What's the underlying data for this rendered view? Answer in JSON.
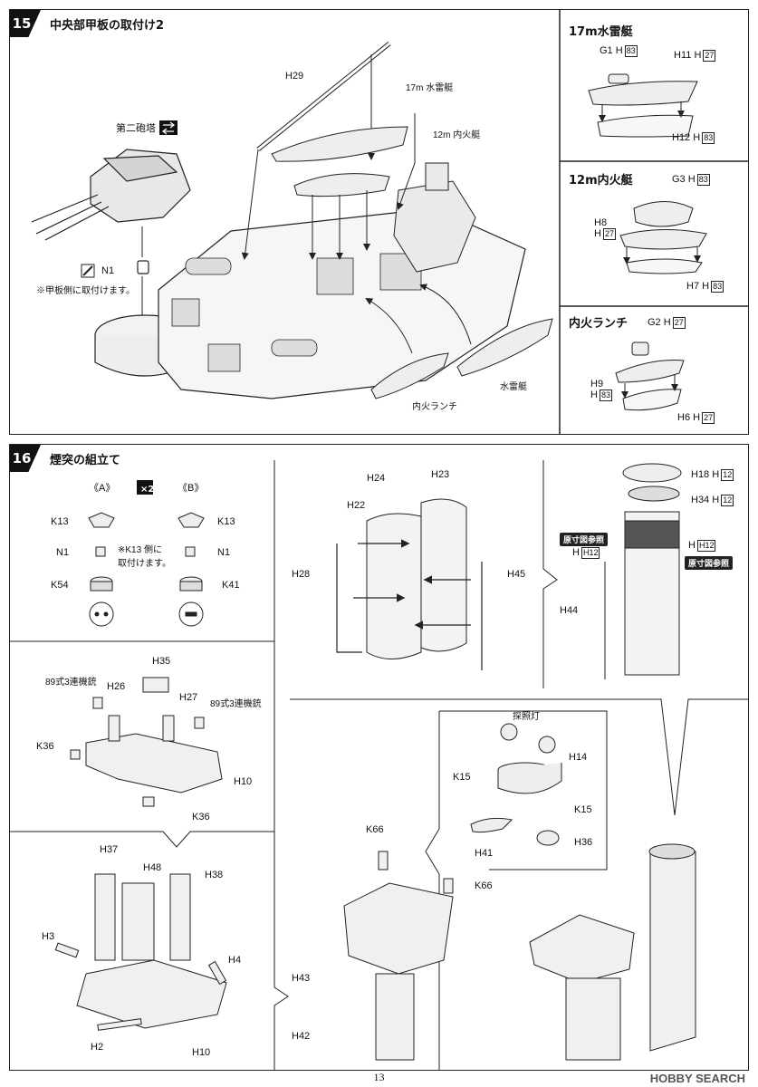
{
  "page_number": "13",
  "watermark": "HOBBY SEARCH",
  "step15": {
    "number": "15",
    "title": "中央部甲板の取付け2",
    "turret_label": "第二砲塔",
    "part_n1": "N1",
    "note_deck": "※甲板側に取付けます。",
    "parts": {
      "h29": "H29",
      "boat17": "17m 水雷艇",
      "boat12": "12m 内火艇",
      "launch": "内火ランチ",
      "torpedo": "水雷艇"
    },
    "sub17": {
      "title": "17m水雷艇",
      "g1": "G1",
      "g1b": "83",
      "h11": "H11",
      "h11b": "27",
      "h12": "H12",
      "h12b": "83",
      "h": "H"
    },
    "sub12": {
      "title": "12m内火艇",
      "g3": "G3",
      "g3b": "83",
      "h8": "H8",
      "h8b": "27",
      "h7": "H7",
      "h7b": "83",
      "h": "H"
    },
    "sublaunch": {
      "title": "内火ランチ",
      "g2": "G2",
      "g2b": "27",
      "h9": "H9",
      "h9b": "83",
      "h6": "H6",
      "h6b": "27",
      "h": "H"
    }
  },
  "step16": {
    "number": "16",
    "title": "煙突の組立て",
    "a": "《A》",
    "b": "《B》",
    "x2": "×2",
    "k13": "K13",
    "n1": "N1",
    "k54": "K54",
    "k41": "K41",
    "note_k13": "※K13 側に\n取付けます。",
    "top": {
      "h24": "H24",
      "h23": "H23",
      "h22": "H22",
      "h28": "H28",
      "h45": "H45"
    },
    "funnel": {
      "h18": "H18",
      "h34": "H34",
      "h12": "H12",
      "h44": "H44",
      "ref1": "原寸図参照",
      "ref2": "原寸図参照",
      "h": "H"
    },
    "platform": {
      "h35": "H35",
      "h26": "H26",
      "h27": "H27",
      "mg1": "89式3連機銃",
      "mg2": "89式3連機銃",
      "k36a": "K36",
      "k36b": "K36",
      "h10": "H10"
    },
    "base": {
      "h37": "H37",
      "h48": "H48",
      "h38": "H38",
      "h3": "H3",
      "h4": "H4",
      "h2": "H2",
      "h10": "H10"
    },
    "searchlight": {
      "title": "探照灯",
      "h14": "H14",
      "k15a": "K15",
      "k15b": "K15",
      "h41": "H41",
      "h36": "H36"
    },
    "assy": {
      "k66a": "K66",
      "k66b": "K66",
      "h43": "H43",
      "h42": "H42"
    }
  }
}
